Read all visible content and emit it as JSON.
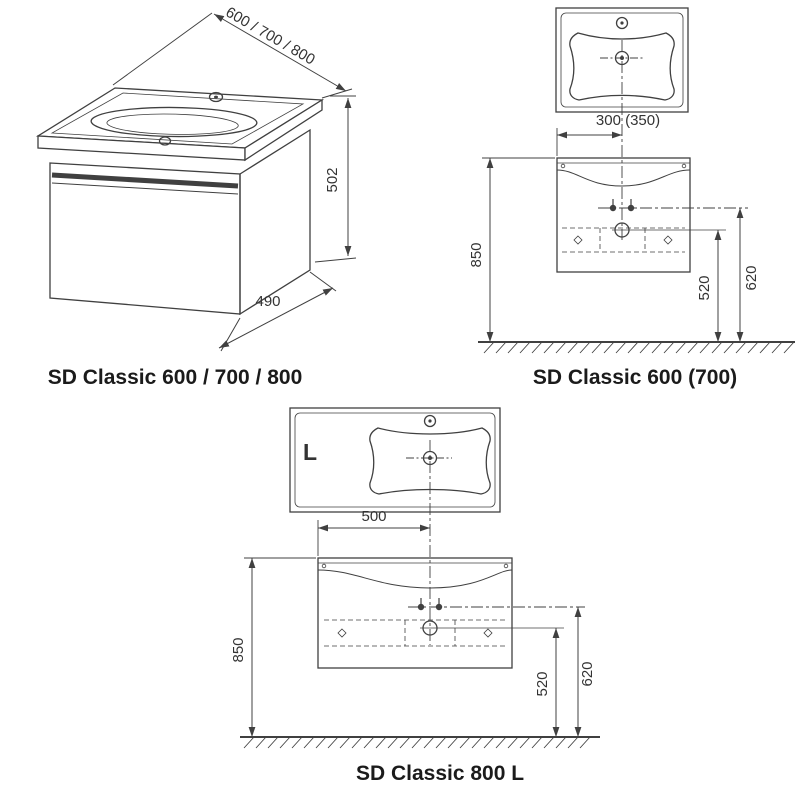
{
  "page": {
    "background": "#ffffff",
    "line_color": "#404040",
    "text_color": "#333333"
  },
  "diagrams": {
    "isometric": {
      "caption": "SD Classic 600 / 700 / 800",
      "dims": {
        "width": "600 / 700 / 800",
        "height": "502",
        "depth": "490"
      }
    },
    "front_600": {
      "caption": "SD Classic 600 (700)",
      "dims": {
        "drain_offset": "300 (350)",
        "height_total": "850",
        "supply_height": "620",
        "drain_height": "520"
      }
    },
    "front_800": {
      "caption": "SD Classic 800 L",
      "variant_label": "L",
      "dims": {
        "drain_offset": "500",
        "height_total": "850",
        "supply_height": "620",
        "drain_height": "520"
      }
    }
  }
}
